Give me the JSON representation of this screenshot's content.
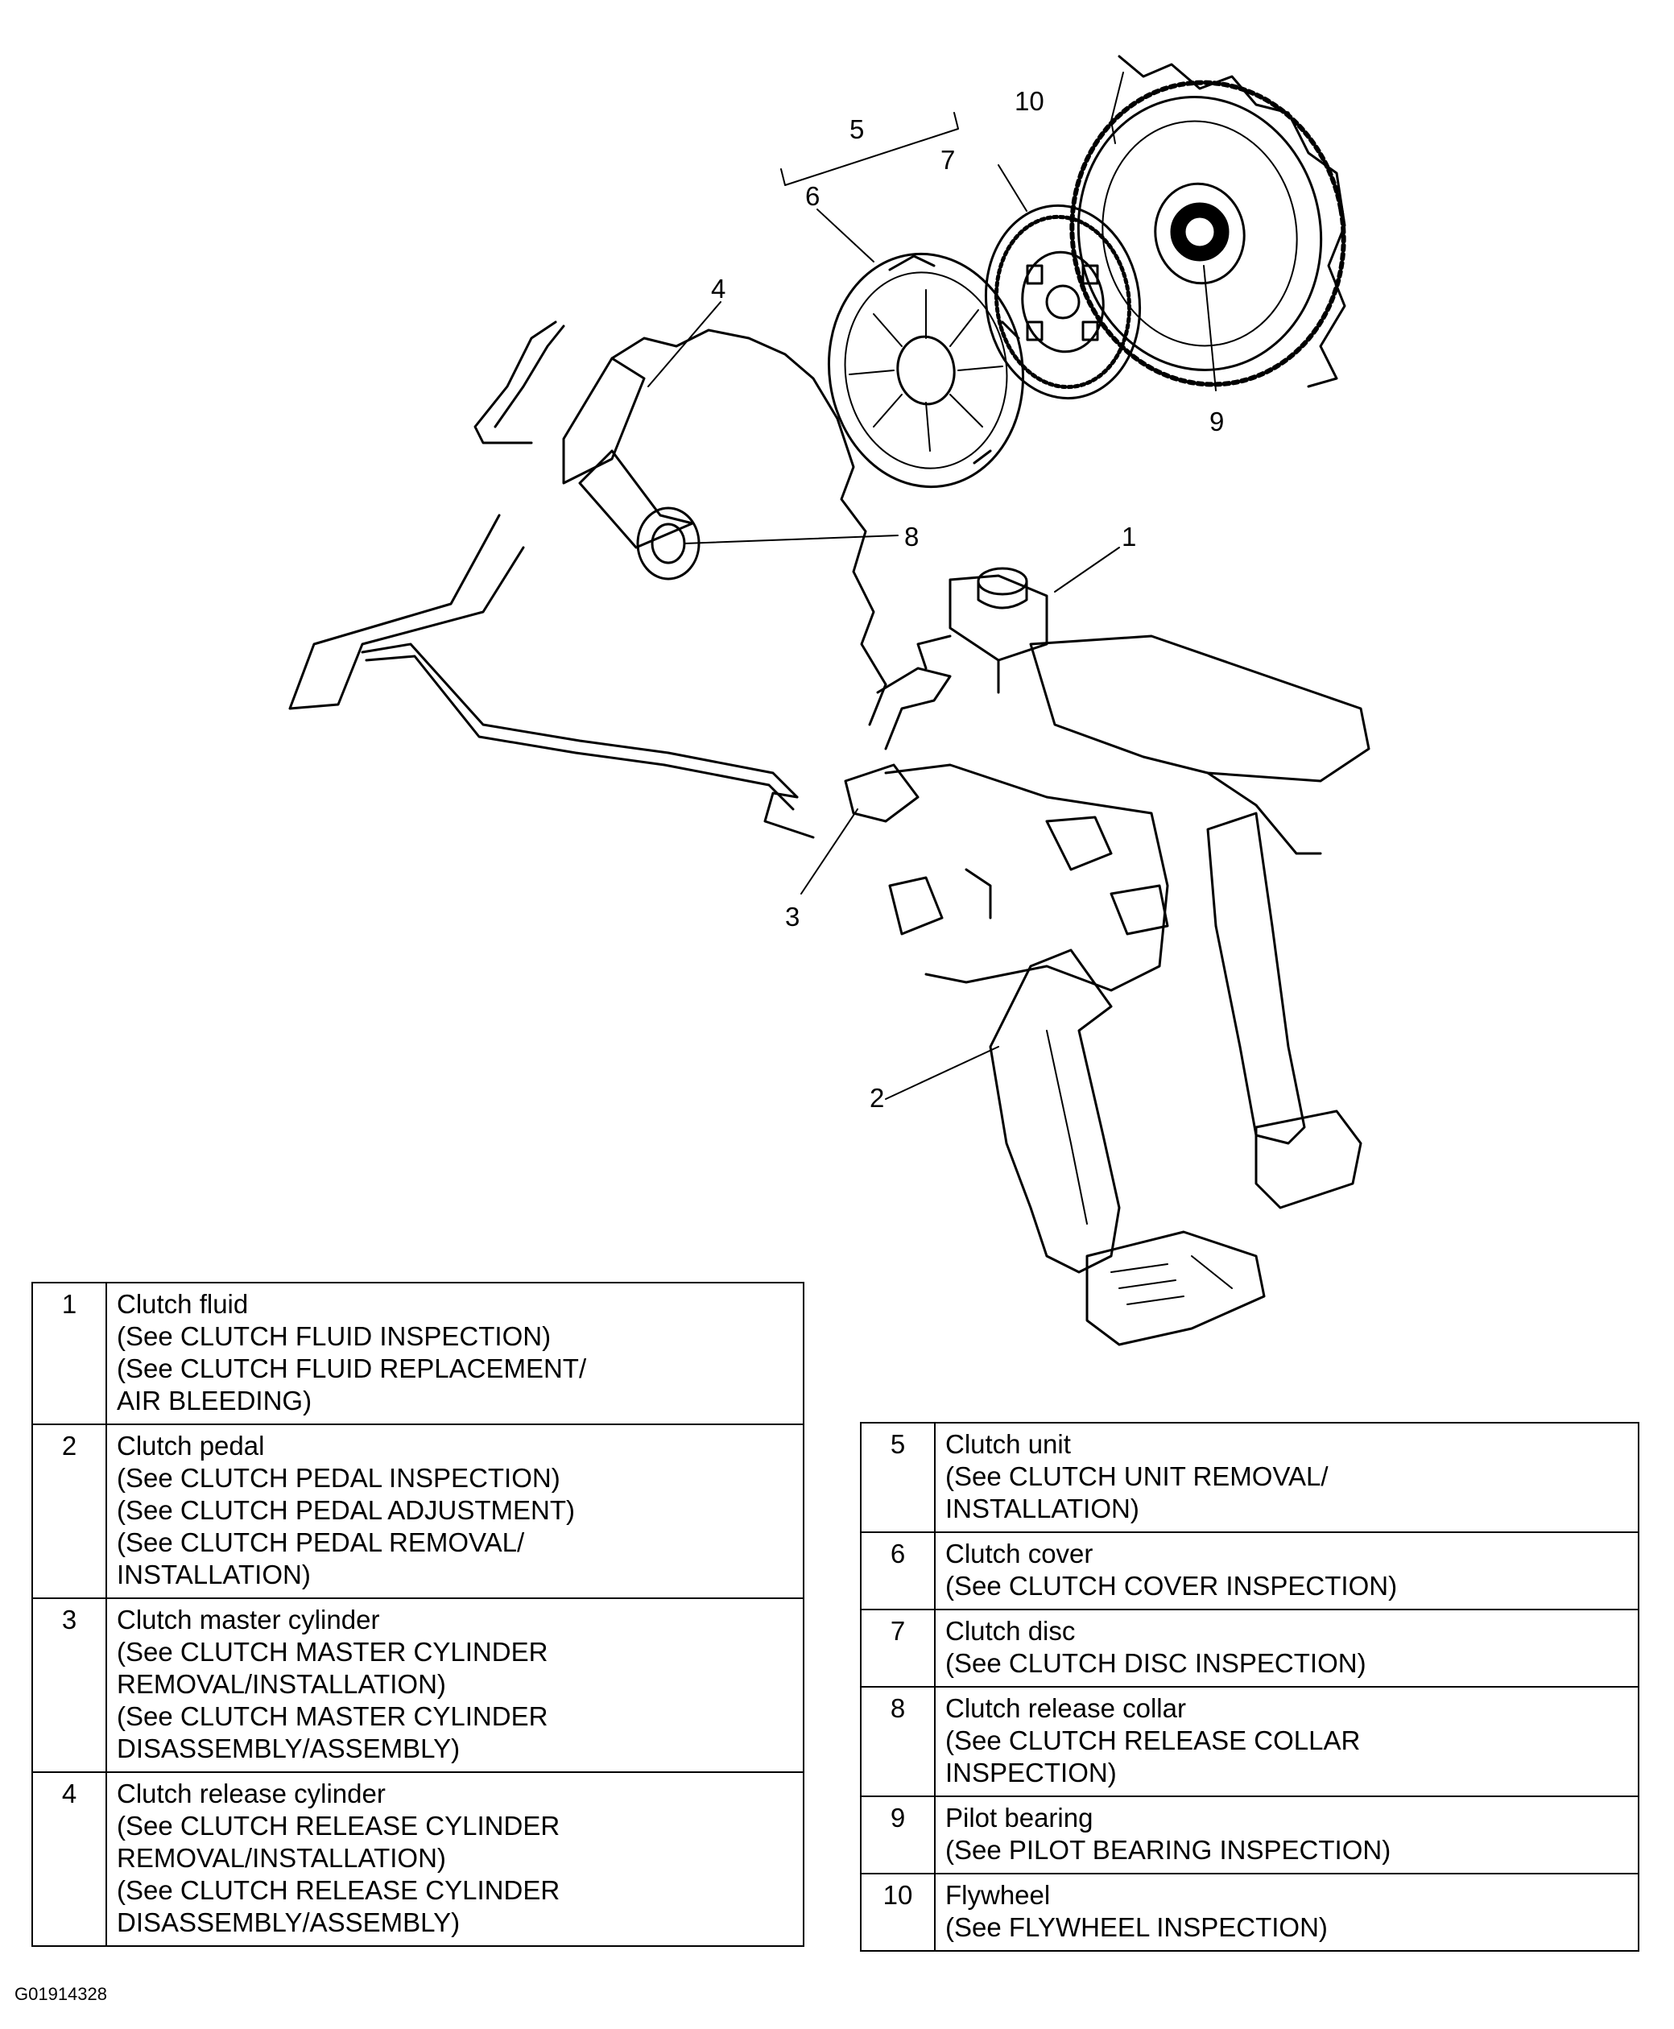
{
  "callouts": [
    "1",
    "2",
    "3",
    "4",
    "5",
    "6",
    "7",
    "8",
    "9",
    "10"
  ],
  "legend_left": [
    {
      "number": "1",
      "lines": [
        "Clutch fluid",
        "(See CLUTCH FLUID INSPECTION)",
        "(See CLUTCH FLUID REPLACEMENT/",
        "AIR BLEEDING)"
      ]
    },
    {
      "number": "2",
      "lines": [
        "Clutch pedal",
        "(See CLUTCH PEDAL INSPECTION)",
        "(See CLUTCH PEDAL ADJUSTMENT)",
        "(See CLUTCH PEDAL REMOVAL/",
        "INSTALLATION)"
      ]
    },
    {
      "number": "3",
      "lines": [
        "Clutch master cylinder",
        "(See CLUTCH MASTER CYLINDER",
        "REMOVAL/INSTALLATION)",
        "(See CLUTCH MASTER CYLINDER",
        "DISASSEMBLY/ASSEMBLY)"
      ]
    },
    {
      "number": "4",
      "lines": [
        "Clutch release cylinder",
        "(See CLUTCH RELEASE CYLINDER",
        "REMOVAL/INSTALLATION)",
        "(See CLUTCH RELEASE CYLINDER",
        "DISASSEMBLY/ASSEMBLY)"
      ]
    }
  ],
  "legend_right": [
    {
      "number": "5",
      "lines": [
        "Clutch unit",
        "(See CLUTCH UNIT REMOVAL/",
        "INSTALLATION)"
      ]
    },
    {
      "number": "6",
      "lines": [
        "Clutch cover",
        "(See CLUTCH COVER INSPECTION)"
      ]
    },
    {
      "number": "7",
      "lines": [
        "Clutch disc",
        "(See CLUTCH DISC INSPECTION)"
      ]
    },
    {
      "number": "8",
      "lines": [
        "Clutch release collar",
        "(See CLUTCH RELEASE COLLAR",
        "INSPECTION)"
      ]
    },
    {
      "number": "9",
      "lines": [
        "Pilot bearing",
        "(See PILOT BEARING INSPECTION)"
      ]
    },
    {
      "number": "10",
      "lines": [
        "Flywheel",
        "(See FLYWHEEL INSPECTION)"
      ]
    }
  ],
  "figure_id": "G01914328"
}
